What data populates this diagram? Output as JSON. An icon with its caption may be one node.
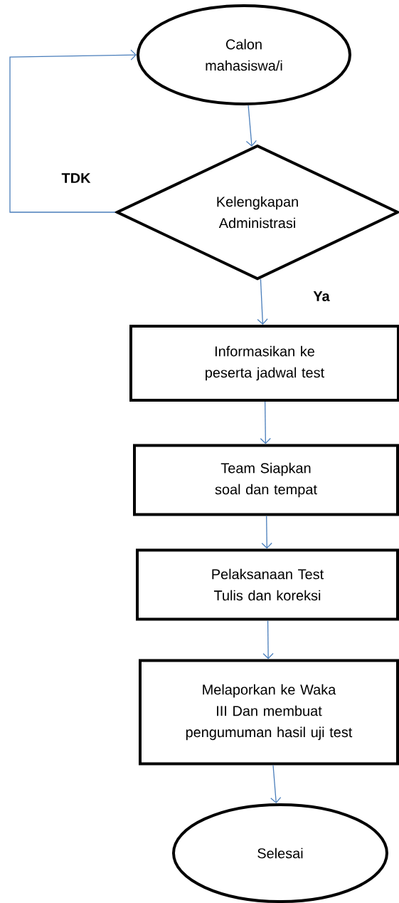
{
  "diagram": {
    "nodes": [
      {
        "text": [
          "Calon mahasiswa/i"
        ]
      },
      {
        "text": [
          "Kelengkapan Administrasi"
        ]
      },
      {
        "text": [
          "Informasikan ke peserta jadwal test"
        ]
      },
      {
        "text": [
          "Team Siapkan soal dan tempat"
        ]
      },
      {
        "text": [
          "Pelaksanaan Test Tulis dan koreksi"
        ]
      },
      {
        "text": [
          "Melaporkan ke Waka III Dan membuat pengumuman hasil uji test"
        ]
      },
      {
        "text": [
          "Selesai"
        ]
      }
    ],
    "edges": [
      {
        "from": 0,
        "to": 1,
        "arrow": "to"
      },
      {
        "from": 1,
        "to": 0,
        "arrow": "to",
        "label": "TDK"
      },
      {
        "from": 1,
        "to": 2,
        "arrow": "to",
        "label": "Ya"
      },
      {
        "from": 2,
        "to": 3,
        "arrow": "to"
      },
      {
        "from": 3,
        "to": 4,
        "arrow": "to"
      },
      {
        "from": 4,
        "to": 5,
        "arrow": "to"
      },
      {
        "from": 5,
        "to": 6,
        "arrow": "to"
      }
    ]
  }
}
